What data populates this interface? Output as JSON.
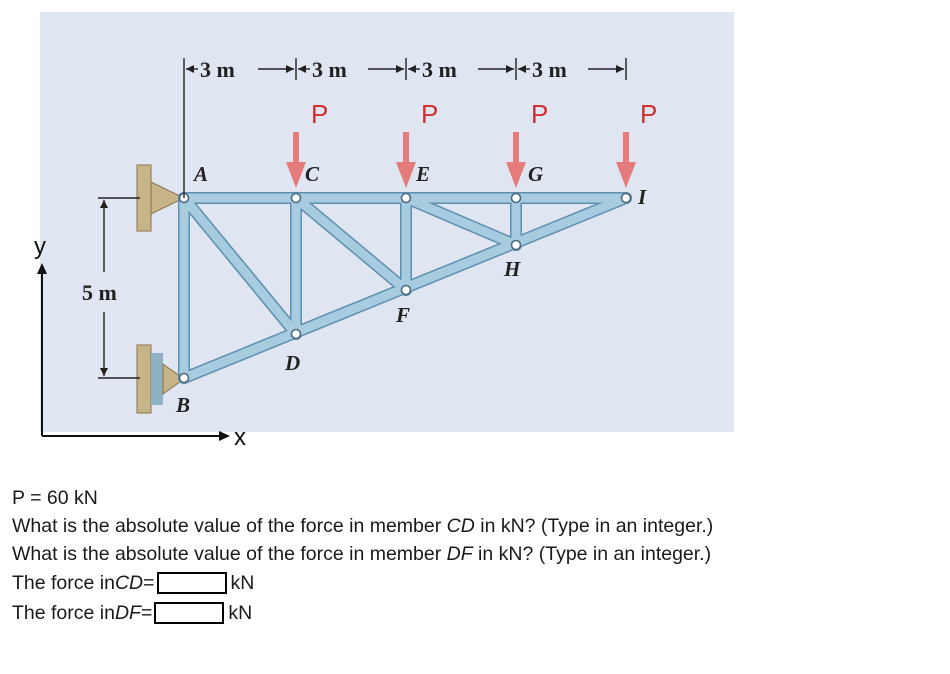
{
  "figure": {
    "dimensions": [
      "3 m",
      "3 m",
      "3 m",
      "3 m"
    ],
    "loads": [
      "P",
      "P",
      "P",
      "P"
    ],
    "height_label": "5 m",
    "joints": {
      "A": "A",
      "B": "B",
      "C": "C",
      "D": "D",
      "E": "E",
      "F": "F",
      "G": "G",
      "H": "H",
      "I": "I"
    },
    "axis_x": "x",
    "axis_y": "y",
    "colors": {
      "background": "#dfe6f1",
      "member": "#a7cce0",
      "member_edge": "#5f8fae",
      "load_arrow": "#e57b7b",
      "support": "#c8b489"
    }
  },
  "problem": {
    "given": "P = 60 kN",
    "q1_prefix": "What is the absolute value of the force in member ",
    "q1_member": "CD",
    "q1_suffix": " in kN? (Type in an integer.)",
    "q2_prefix": "What is the absolute value of the force in member ",
    "q2_member": "DF",
    "q2_suffix": " in kN? (Type in an integer.)",
    "a1_label_prefix": "The force in ",
    "a1_member": "CD",
    "a1_eq": " =",
    "a1_value": "",
    "a1_unit": "kN",
    "a2_label_prefix": "The force in ",
    "a2_member": "DF",
    "a2_eq": " =",
    "a2_value": "",
    "a2_unit": "kN"
  }
}
